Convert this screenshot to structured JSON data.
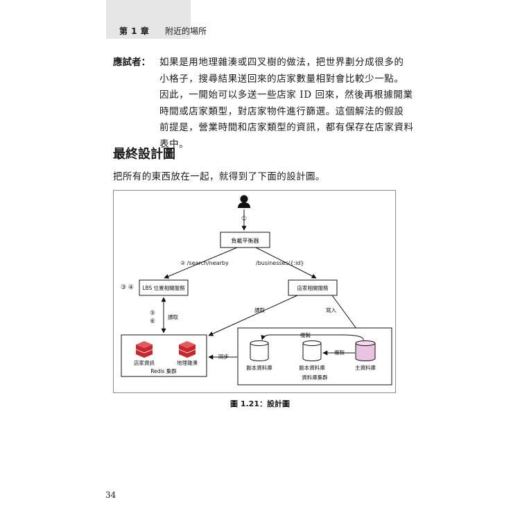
{
  "header": {
    "chapter": "第 1 章",
    "title": "附近的場所"
  },
  "dialog": {
    "speaker": "應試者：",
    "lines": [
      "如果是用地理雜湊或四叉樹的做法，把世界劃分成很多的",
      "小格子，搜尋結果送回來的店家數量相對會比較少一點。",
      "因此，一開始可以多送一些店家 ID 回來，然後再根據開業",
      "時間或店家類型，對店家物件進行篩選。這個解法的假設",
      "前提是，營業時間和店家類型的資訊，都有保存在店家資料",
      "表中。"
    ]
  },
  "section": {
    "heading": "最終設計圖",
    "intro": "把所有的東西放在一起，就得到了下面的設計圖。"
  },
  "diagram": {
    "step_1": "①",
    "load_balancer": "負載平衡器",
    "route_search": "② /search/nearby",
    "route_businesses": "/businesses/{:id}",
    "steps_34": "③ ④",
    "lbs_service": "LBS 位置相關服務",
    "business_service": "店家相關服務",
    "step_5": "⑤",
    "step_6": "⑥",
    "read_label_left": "讀取",
    "read_label_mid": "讀取",
    "write_label": "寫入",
    "redis_item_1": "店家資訊",
    "redis_item_2": "地理雜湊",
    "redis_cluster": "Redis 集群",
    "sync_label": "同步",
    "replicate_top": "複製",
    "replicate_right": "複製",
    "replica_1": "副本資料庫",
    "replica_2": "副本資料庫",
    "db_cluster": "資料庫集群",
    "primary_db": "主資料庫",
    "colors": {
      "redis": "#d9343a",
      "primary_db": "#e8c4e0"
    }
  },
  "caption": "圖 1.21：設計圖",
  "page_number": "34"
}
